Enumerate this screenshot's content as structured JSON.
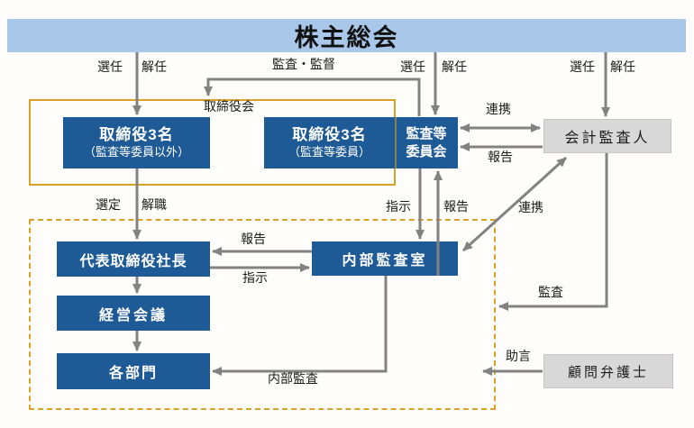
{
  "colors": {
    "banner_blue": "#a9c8e9",
    "node_blue": "#1e5a96",
    "node_gray": "#d8d8d8",
    "frame_orange": "#d9a127",
    "arrow_gray": "#828282",
    "text_black": "#1b1b1b"
  },
  "banner": {
    "title": "株主総会"
  },
  "board": {
    "frame_label": "取締役会",
    "directors_non_audit": {
      "line1": "取締役3名",
      "line2": "（監査等委員以外）"
    },
    "directors_audit": {
      "line1": "取締役3名",
      "line2": "（監査等委員）"
    },
    "audit_committee": {
      "line1": "監査等",
      "line2": "委員会"
    }
  },
  "nodes": {
    "accounting_auditor": "会計監査人",
    "president": "代表取締役社長",
    "internal_audit_office": "内部監査室",
    "management_council": "経営会議",
    "departments": "各部門",
    "corporate_lawyer": "顧問弁護士"
  },
  "edge_labels": {
    "appoint_left": "選任",
    "dismiss_left": "解任",
    "audit_supervise": "監査・監督",
    "appoint_mid": "選任",
    "dismiss_mid": "解任",
    "appoint_right": "選任",
    "dismiss_right": "解任",
    "cooperate_top": "連携",
    "report_from_auditor": "報告",
    "instruct_committee": "指示",
    "report_to_committee": "報告",
    "cooperate_diagonal": "連携",
    "select": "選定",
    "discharge": "解職",
    "report_to_president": "報告",
    "instruct_internal": "指示",
    "audit": "監査",
    "internal_audit": "内部監査",
    "advice": "助言"
  }
}
